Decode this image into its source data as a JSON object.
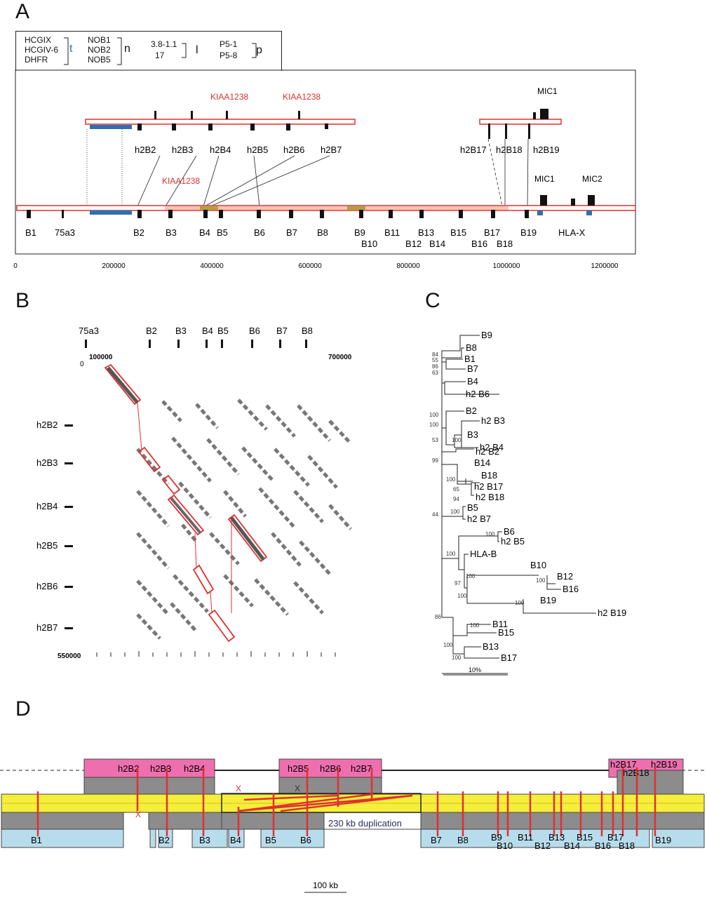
{
  "panels": {
    "a": "A",
    "b": "B",
    "c": "C",
    "d": "D"
  },
  "legend": {
    "t_group": [
      "HCGIX",
      "HCGIV-6",
      "DHFR"
    ],
    "t_letter": "t",
    "n_group": [
      "NOB1",
      "NOB2",
      "NOB5"
    ],
    "n_letter": "n",
    "l_group": [
      "3.8-1.1",
      "17"
    ],
    "l_letter": "l",
    "p_group": [
      "P5-1",
      "P5-8"
    ],
    "p_letter": "p"
  },
  "colors": {
    "red": "#e03030",
    "blue": "#2e6fb3",
    "pink": "#ee6fae",
    "yellow": "#f5ee3a",
    "gray": "#8c8c8c",
    "lightblue": "#b7dcec",
    "fill_pink": "#f5c2b3"
  },
  "panelA": {
    "kiaa_labels": [
      "KIAA1238",
      "KIAA1238",
      "KIAA1238"
    ],
    "h2_labels": [
      "h2B2",
      "h2B3",
      "h2B4",
      "h2B5",
      "h2B6",
      "h2B7",
      "h2B17",
      "h2B18",
      "h2B19"
    ],
    "mic": [
      "MIC1",
      "MIC1",
      "MIC2"
    ],
    "b_labels": [
      "B1",
      "75a3",
      "B2",
      "B3",
      "B4",
      "B5",
      "B6",
      "B7",
      "B8",
      "B9",
      "B10",
      "B11",
      "B12",
      "B13",
      "B14",
      "B15",
      "B16",
      "B17",
      "B18",
      "B19",
      "HLA-X"
    ],
    "axis_ticks": [
      "0",
      "200000",
      "400000",
      "600000",
      "800000",
      "1000000",
      "1200000"
    ]
  },
  "panelB": {
    "top_labels": [
      "75a3",
      "B2",
      "B3",
      "B4",
      "B5",
      "B6",
      "B7",
      "B8"
    ],
    "axis_start": "0",
    "axis_100k": "100000",
    "axis_end": "700000",
    "left_labels": [
      "h2B2",
      "h2B3",
      "h2B4",
      "h2B5",
      "h2B6",
      "h2B7"
    ],
    "bottom_axis": "550000"
  },
  "panelC": {
    "leaves": [
      "B9",
      "B8",
      "B1",
      "B7",
      "B4",
      "h2 B6",
      "B2",
      "h2 B3",
      "B3",
      "h2 B4",
      "h2 B2",
      "B14",
      "B18",
      "h2 B17",
      "h2 B18",
      "B5",
      "h2 B7",
      "B6",
      "h2 B5",
      "HLA-B",
      "B10",
      "B12",
      "B16",
      "B19",
      "h2 B19",
      "B11",
      "B15",
      "B13",
      "B17"
    ],
    "bootstrap": [
      "84",
      "55",
      "86",
      "63",
      "100",
      "100",
      "100",
      "53",
      "99",
      "100",
      "65",
      "94",
      "100",
      "44",
      "100",
      "100",
      "97",
      "100",
      "100",
      "100",
      "100",
      "86",
      "100",
      "100",
      "100"
    ],
    "scale": "10%"
  },
  "panelD": {
    "pink_labels": [
      "h2B2",
      "h2B3",
      "h2B4",
      "h2B5",
      "h2B6",
      "h2B7",
      "h2B17",
      "h2B18",
      "h2B19"
    ],
    "dup_label": "230 kb duplication",
    "x_marks": [
      "X",
      "X",
      "X"
    ],
    "bottom_labels": [
      "B1",
      "B2",
      "B3",
      "B4",
      "B5",
      "B6",
      "B7",
      "B8",
      "B9",
      "B10",
      "B11",
      "B12",
      "B13",
      "B14",
      "B15",
      "B16",
      "B17",
      "B18",
      "B19"
    ],
    "scale": "100 kb"
  }
}
